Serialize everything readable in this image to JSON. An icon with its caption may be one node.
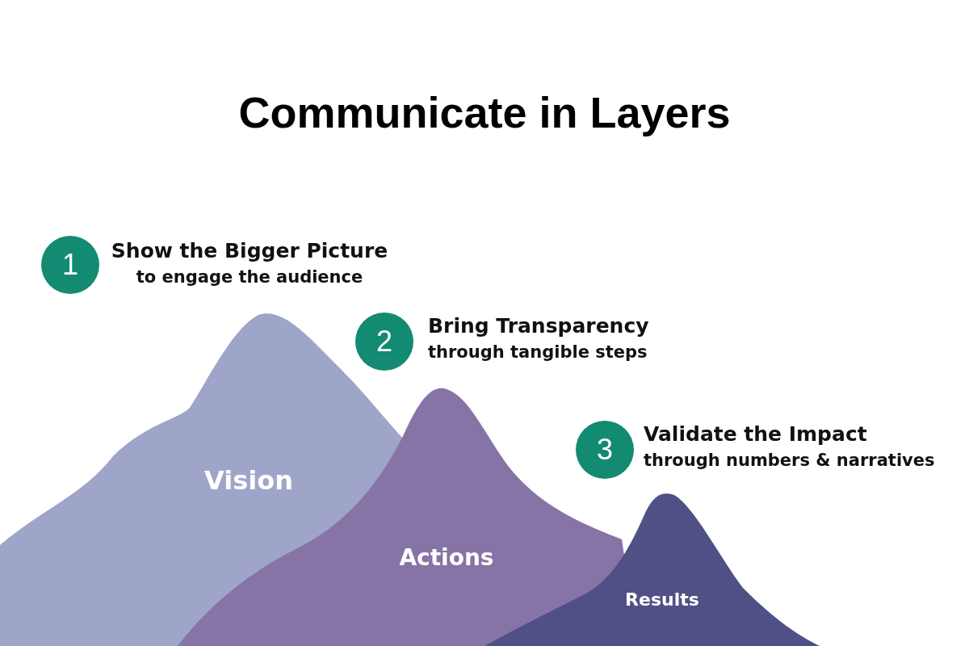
{
  "diagram": {
    "title": "Communicate in Layers",
    "nodes": [
      {
        "text": [
          "1"
        ],
        "beside": [
          "Show the Bigger Picture",
          "to engage the audience"
        ]
      },
      {
        "text": [
          "2"
        ],
        "beside": [
          "Bring Transparency",
          "through tangible steps"
        ]
      },
      {
        "text": [
          "3"
        ],
        "beside": [
          "Validate the Impact",
          "through numbers & narratives"
        ]
      },
      {
        "text": [
          "Vision"
        ]
      },
      {
        "text": [
          "Actions"
        ]
      },
      {
        "text": [
          "Results"
        ]
      }
    ],
    "edges": []
  }
}
